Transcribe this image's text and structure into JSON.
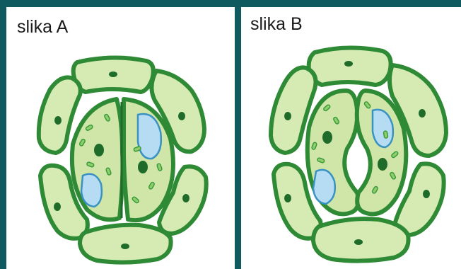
{
  "panels": [
    {
      "title": "slika A",
      "state": "closed"
    },
    {
      "title": "slika B",
      "state": "open"
    }
  ],
  "colors": {
    "background": "#0f5a5e",
    "cell_fill": "#d6ebb4",
    "cell_border": "#2f8a36",
    "nucleus": "#1f6b2a",
    "vacuole": "#b6dcf4",
    "vacuole_border": "#3a92c2",
    "chloroplast": "#8fcf6a",
    "guard_fill": "#cfe6a8"
  },
  "icons": {
    "epidermal_cell": "epidermal-cell-icon",
    "guard_cell": "guard-cell-icon",
    "nucleus": "nucleus-icon",
    "vacuole": "vacuole-icon",
    "chloroplast": "chloroplast-icon"
  }
}
